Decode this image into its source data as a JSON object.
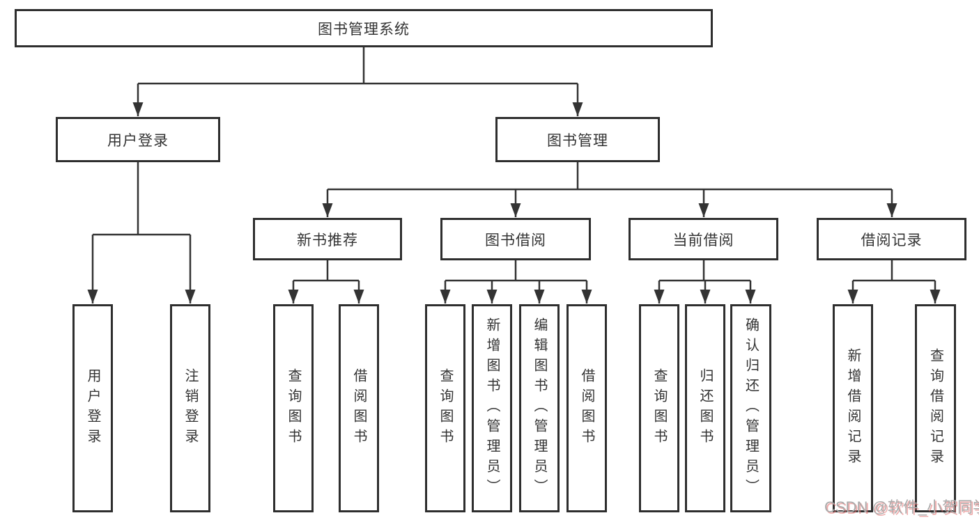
{
  "tree": {
    "label": "图书管理系统",
    "children": [
      {
        "label": "用户登录",
        "children": [
          {
            "label": "用户登录"
          },
          {
            "label": "注销登录"
          }
        ]
      },
      {
        "label": "图书管理",
        "children": [
          {
            "label": "新书推荐",
            "children": [
              {
                "label": "查询图书"
              },
              {
                "label": "借阅图书"
              }
            ]
          },
          {
            "label": "图书借阅",
            "children": [
              {
                "label": "查询图书"
              },
              {
                "label": "新增图书（管理员）"
              },
              {
                "label": "编辑图书（管理员）"
              },
              {
                "label": "借阅图书"
              }
            ]
          },
          {
            "label": "当前借阅",
            "children": [
              {
                "label": "查询图书"
              },
              {
                "label": "归还图书"
              },
              {
                "label": "确认归还（管理员）"
              }
            ]
          },
          {
            "label": "借阅记录",
            "children": [
              {
                "label": "新增借阅记录"
              },
              {
                "label": "查询借阅记录"
              }
            ]
          }
        ]
      }
    ]
  },
  "watermark": {
    "text": "CSDN @软件_小贺同学"
  },
  "colors": {
    "line": "#333333",
    "box_border": "#2e2e2e",
    "text": "#333333",
    "watermark_gray": "#aaaaaa",
    "watermark_red": "#e57373"
  }
}
